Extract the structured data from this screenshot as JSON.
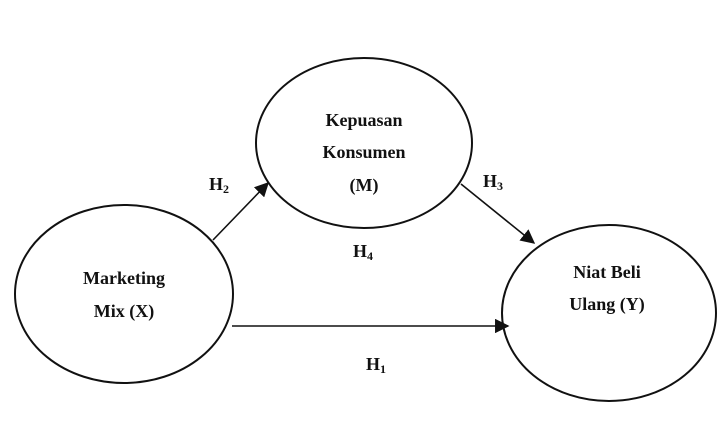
{
  "colors": {
    "stroke": "#111111",
    "text": "#111111",
    "background": "#ffffff"
  },
  "nodes": {
    "mediator": {
      "lines": [
        "Kepuasan",
        "Konsumen",
        "(M)"
      ]
    },
    "independent": {
      "lines": [
        "Marketing",
        "Mix (X)"
      ]
    },
    "dependent": {
      "lines": [
        "Niat Beli",
        "Ulang (Y)"
      ]
    }
  },
  "hypotheses": {
    "h1": {
      "letter": "H",
      "sub": "1"
    },
    "h2": {
      "letter": "H",
      "sub": "2"
    },
    "h3": {
      "letter": "H",
      "sub": "3"
    },
    "h4": {
      "letter": "H",
      "sub": "4"
    }
  }
}
